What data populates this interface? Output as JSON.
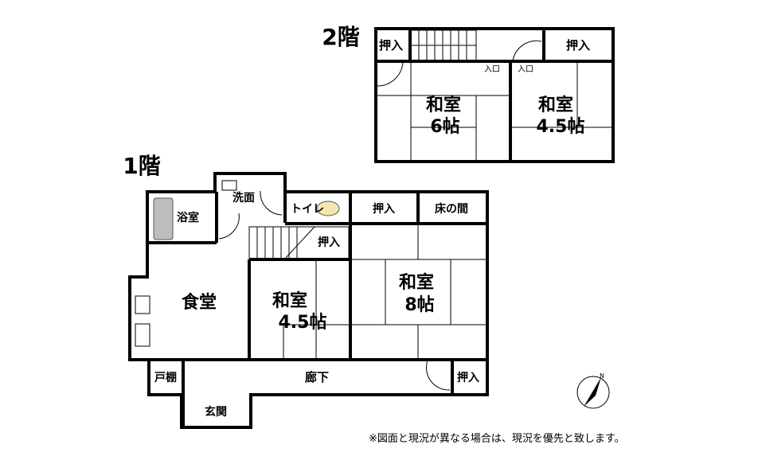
{
  "floor2": {
    "title": "2階",
    "closet_left": "押入",
    "closet_right": "押入",
    "room_a_name": "和室",
    "room_a_size": "6帖",
    "room_b_name": "和室",
    "room_b_size": "4.5帖",
    "entrance_a": "入口",
    "entrance_b": "入口"
  },
  "floor1": {
    "title": "1階",
    "bath": "浴室",
    "washroom": "洗面",
    "toilet": "トイレ",
    "closet_top": "押入",
    "alcove": "床の間",
    "closet_stairs": "押入",
    "dining": "食堂",
    "room_a_name": "和室",
    "room_a_size": "4.5帖",
    "room_b_name": "和室",
    "room_b_size": "8帖",
    "cupboard": "戸棚",
    "hallway": "廊下",
    "closet_hall": "押入",
    "entrance": "玄関"
  },
  "compass_label": "N",
  "note": "※図面と現況が異なる場合は、現況を優先と致します。"
}
